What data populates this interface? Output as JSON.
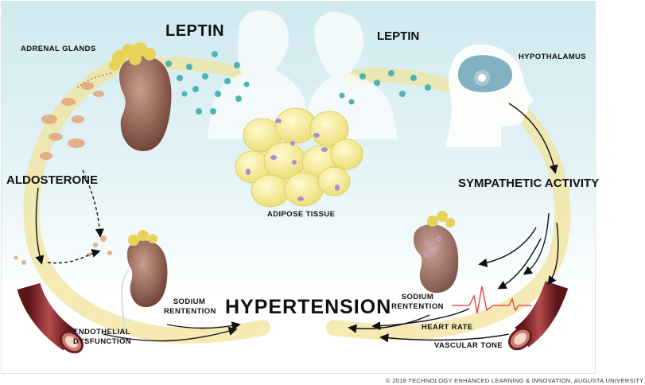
{
  "diagram": {
    "labels": {
      "leptin_left": "LEPTIN",
      "leptin_right": "LEPTIN",
      "adrenal_glands": "ADRENAL GLANDS",
      "hypothalamus": "HYPOTHALAMUS",
      "aldosterone": "ALDOSTERONE",
      "sympathetic_activity": "SYMPATHETIC ACTIVITY",
      "adipose_tissue": "ADIPOSE TISSUE",
      "hypertension": "HYPERTENSION",
      "sodium_retention_left_1": "SODIUM",
      "sodium_retention_left_2": "RENTENTION",
      "sodium_retention_right_1": "SODIUM",
      "sodium_retention_right_2": "RENTENTION",
      "endothelial_1": "ENDOTHELIAL",
      "endothelial_2": "DYSFUNCTION",
      "heart_rate": "HEART RATE",
      "vascular_tone": "VASCULAR TONE"
    },
    "copyright": "© 2018 TECHNOLOGY ENHANCED LEARNING & INNOVATION, AUGUSTA UNIVERSITY.",
    "colors": {
      "flow_band": "#f2e49a",
      "adipocyte": "#f3ea94",
      "nucleus": "#a98fd0",
      "leptin_particle": "#4fb3b0",
      "kidney": "#9b6c5e",
      "adrenal": "#e8d35a",
      "vessel": "#8d2c2f",
      "ecg": "#e0353c"
    }
  }
}
